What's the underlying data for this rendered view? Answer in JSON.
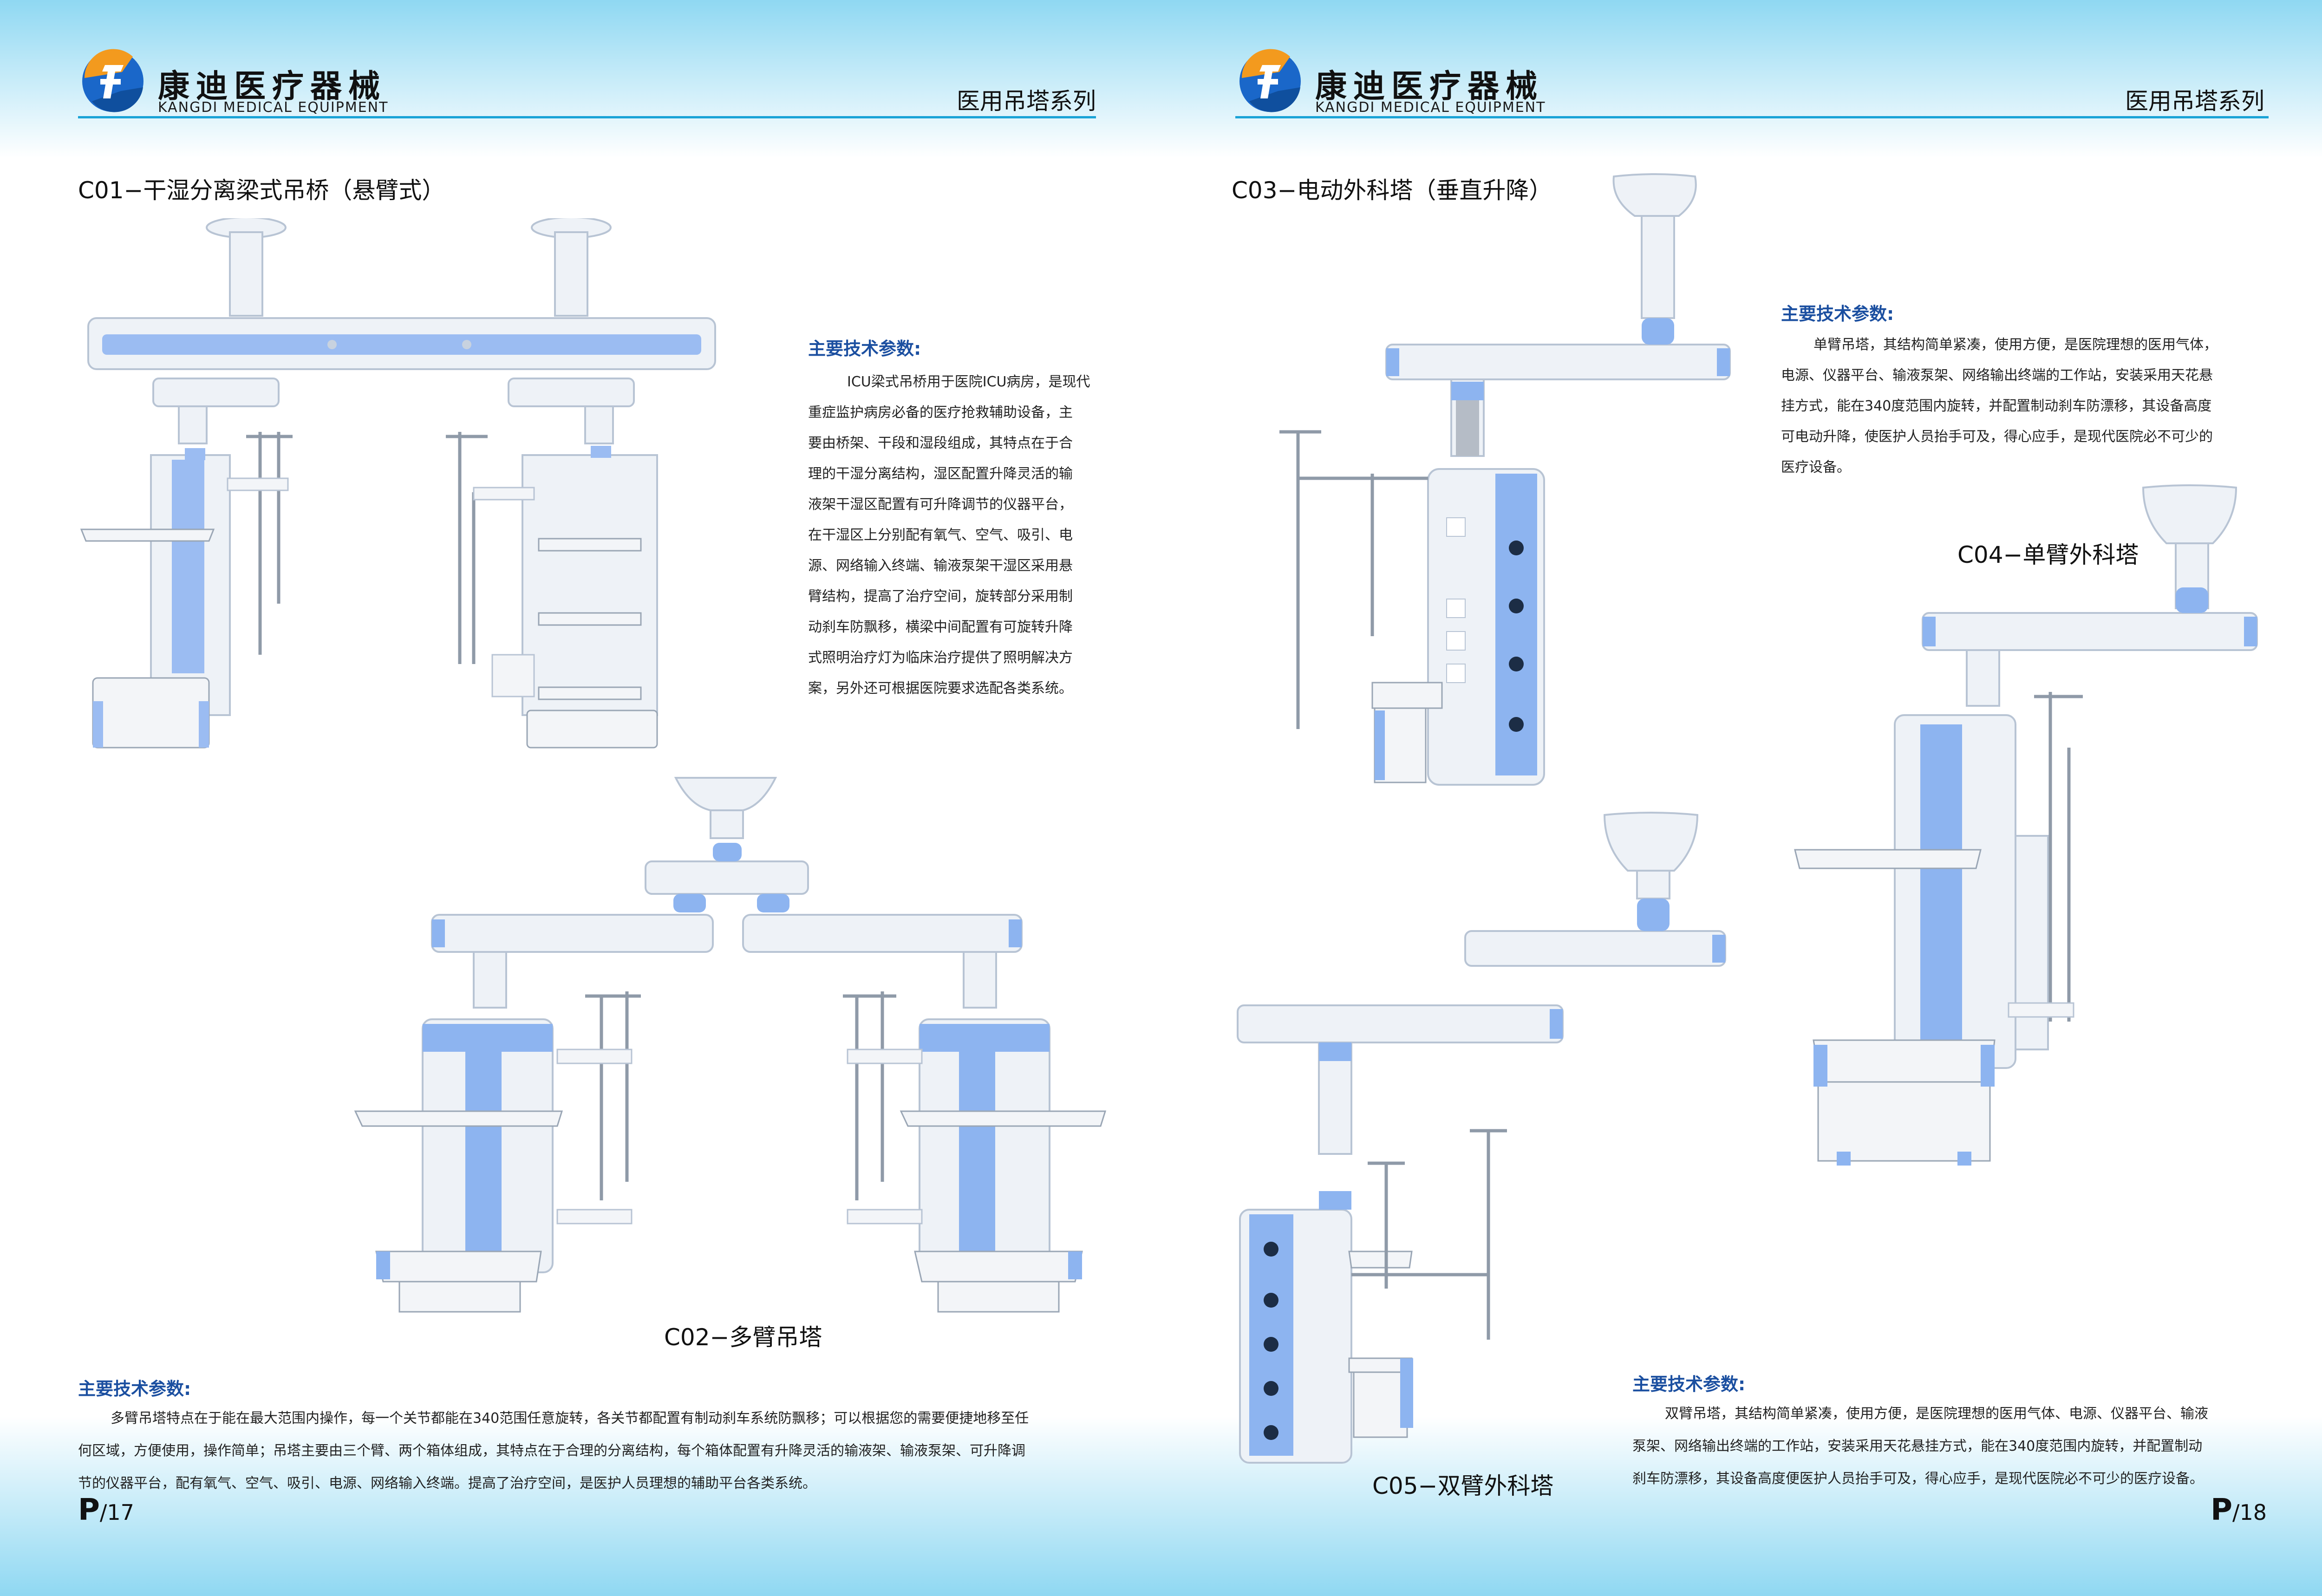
{
  "brand": {
    "name_cn": "康迪医疗器械",
    "name_en": "KANGDI MEDICAL EQUIPMENT",
    "colors": {
      "header_gradient": "#8fd8f2",
      "rule": "#1aa3d6",
      "spec_heading": "#1b4fa0",
      "device_blue": "#8db4f0",
      "device_white": "#eef2f7"
    }
  },
  "left_page": {
    "series": "医用吊塔系列",
    "c01": {
      "title": "C01−干湿分离梁式吊桥（悬臂式）",
      "spec_heading": "主要技术参数:",
      "spec_lines": [
        "ICU梁式吊桥用于医院ICU病房，是现代",
        "重症监护病房必备的医疗抢救辅助设备，主",
        "要由桥架、干段和湿段组成，其特点在于合",
        "理的干湿分离结构，湿区配置升降灵活的输",
        "液架干湿区配置有可升降调节的仪器平台，",
        "在干湿区上分别配有氧气、空气、吸引、电",
        "源、网络输入终端、输液泵架干湿区采用悬",
        "臂结构，提高了治疗空间，旋转部分采用制",
        "动刹车防飘移，横梁中间配置有可旋转升降",
        "式照明治疗灯为临床治疗提供了照明解决方",
        "案，另外还可根据医院要求选配各类系统。"
      ]
    },
    "c02": {
      "title": "C02−多臂吊塔",
      "spec_heading": "主要技术参数:",
      "spec_lines": [
        "多臂吊塔特点在于能在最大范围内操作，每一个关节都能在340范围任意旋转，各关节都配置有制动刹车系统防飘移；可以根据您的需要便捷地移至任",
        "何区域，方便使用，操作简单；吊塔主要由三个臂、两个箱体组成，其特点在于合理的分离结构，每个箱体配置有升降灵活的输液架、输液泵架、可升降调",
        "节的仪器平台，配有氧气、空气、吸引、电源、网络输入终端。提高了治疗空间，是医护人员理想的辅助平台各类系统。"
      ]
    },
    "page_number": {
      "p": "P",
      "n": "/17"
    }
  },
  "right_page": {
    "series": "医用吊塔系列",
    "c03": {
      "title": "C03−电动外科塔（垂直升降）",
      "spec_heading": "主要技术参数:",
      "spec_lines": [
        "单臂吊塔，其结构简单紧凑，使用方便，是医院理想的医用气体，",
        "电源、仪器平台、输液泵架、网络输出终端的工作站，安装采用天花悬",
        "挂方式，能在340度范围内旋转，并配置制动刹车防漂移，其设备高度",
        "可电动升降，使医护人员抬手可及，得心应手，是现代医院必不可少的",
        "医疗设备。"
      ]
    },
    "c04": {
      "title": "C04−单臂外科塔"
    },
    "c05": {
      "title": "C05−双臂外科塔",
      "spec_heading": "主要技术参数:",
      "spec_lines": [
        "双臂吊塔，其结构简单紧凑，使用方便，是医院理想的医用气体、电源、仪器平台、输液",
        "泵架、网络输出终端的工作站，安装采用天花悬挂方式，能在340度范围内旋转，并配置制动",
        "刹车防漂移，其设备高度便医护人员抬手可及，得心应手，是现代医院必不可少的医疗设备。"
      ]
    },
    "page_number": {
      "p": "P",
      "n": "/18"
    }
  }
}
